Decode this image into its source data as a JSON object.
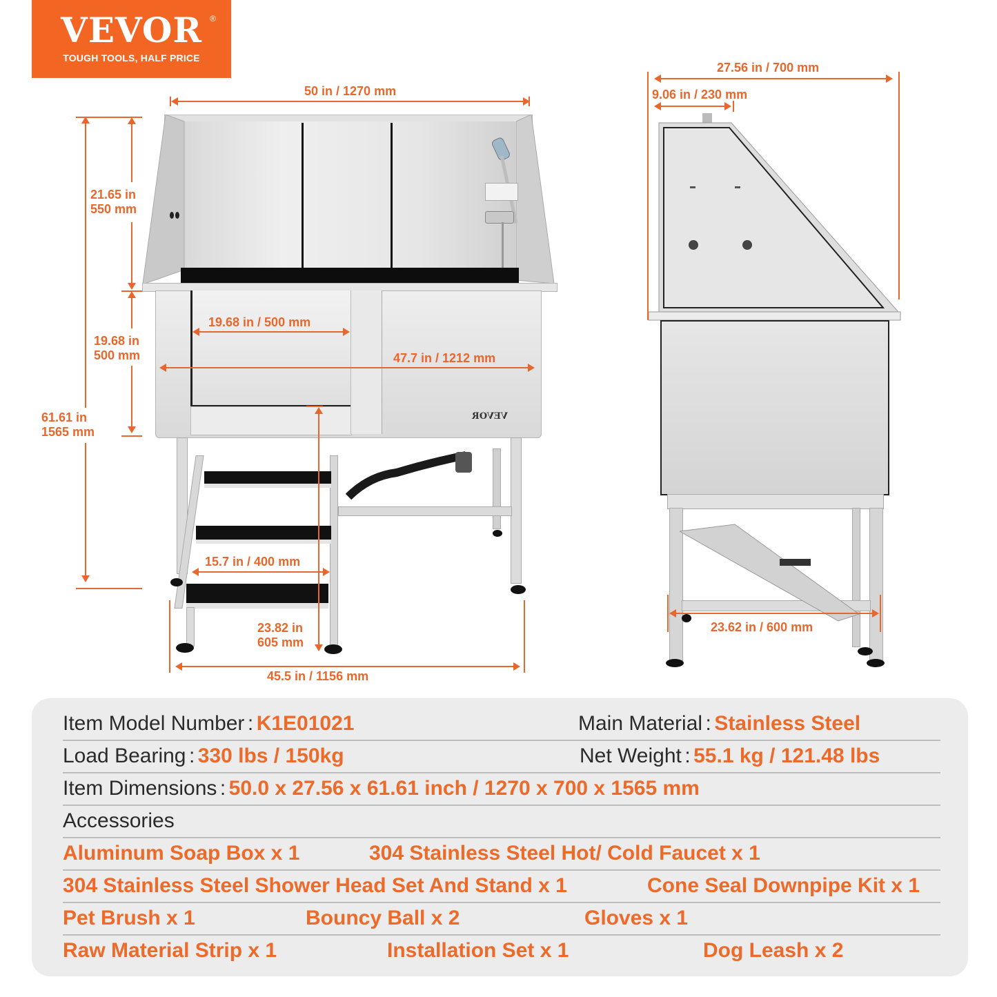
{
  "brand": {
    "name": "VEVOR",
    "registered": "®",
    "tagline": "TOUGH TOOLS, HALF PRICE",
    "color": "#f26522"
  },
  "front_view": {
    "dimensions": {
      "top_width": "50 in / 1270 mm",
      "upper_height_in": "21.65 in",
      "upper_height_mm": "550 mm",
      "tub_height_in": "19.68 in",
      "tub_height_mm": "500 mm",
      "total_height_in": "61.61 in",
      "total_height_mm": "1565 mm",
      "door_width": "19.68 in / 500 mm",
      "tub_inner_width": "47.7 in / 1212 mm",
      "ramp_width": "15.7 in / 400 mm",
      "ramp_height_in": "23.82 in",
      "ramp_height_mm": "605 mm",
      "base_width": "45.5 in / 1156 mm"
    },
    "tub_label": "VEVOR"
  },
  "side_view": {
    "dimensions": {
      "total_depth": "27.56 in / 700 mm",
      "top_depth": "9.06 in / 230 mm",
      "base_depth": "23.62 in / 600 mm"
    }
  },
  "specs": {
    "rows": [
      {
        "label": "Item Model Number",
        "sep": ":",
        "value": "K1E01021"
      },
      {
        "label": "Main Material",
        "sep": ":",
        "value": "Stainless Steel"
      },
      {
        "label": "Load Bearing",
        "sep": ":",
        "value": "330 lbs / 150kg"
      },
      {
        "label": "Net Weight",
        "sep": ":",
        "value": "55.1 kg / 121.48 lbs"
      },
      {
        "label": "Item Dimensions",
        "sep": ":",
        "value": "50.0 x 27.56 x 61.61 inch / 1270 x 700 x 1565 mm"
      }
    ],
    "accessories_title": "Accessories",
    "accessories": [
      "Aluminum Soap Box x 1",
      "304 Stainless Steel Hot/ Cold Faucet x 1",
      "304 Stainless Steel Shower Head Set And Stand  x 1",
      "Cone Seal Downpipe Kit x 1",
      "Pet Brush x 1",
      "Bouncy Ball x 2",
      "Gloves x 1",
      "Raw Material Strip x 1",
      "Installation Set x 1",
      "Dog Leash x 2"
    ],
    "accent_color": "#ec6a2a"
  }
}
